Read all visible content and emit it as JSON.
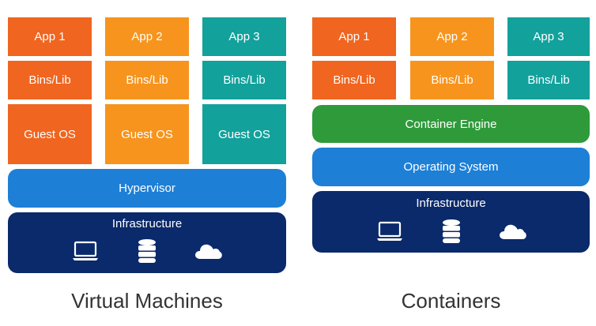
{
  "vm": {
    "apps": [
      "App 1",
      "App 2",
      "App 3"
    ],
    "bins": [
      "Bins/Lib",
      "Bins/Lib",
      "Bins/Lib"
    ],
    "guest_os": [
      "Guest OS",
      "Guest OS",
      "Guest OS"
    ],
    "hypervisor": "Hypervisor",
    "infrastructure": "Infrastructure",
    "caption": "Virtual Machines"
  },
  "containers": {
    "apps": [
      "App 1",
      "App 2",
      "App 3"
    ],
    "bins": [
      "Bins/Lib",
      "Bins/Lib",
      "Bins/Lib"
    ],
    "engine": "Container Engine",
    "os": "Operating System",
    "infrastructure": "Infrastructure",
    "caption": "Containers"
  },
  "colors": {
    "red": "#f0651f",
    "orange": "#f7941d",
    "teal": "#13a19c",
    "green": "#2f9a3a",
    "blue": "#1e7fd6",
    "navy": "#0b2a6b"
  },
  "icons": [
    "laptop-icon",
    "database-icon",
    "cloud-icon"
  ]
}
